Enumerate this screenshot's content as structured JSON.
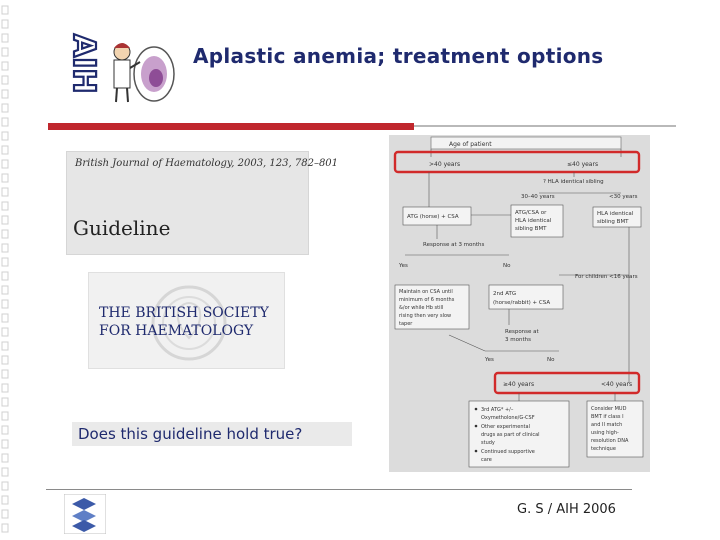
{
  "slide": {
    "title": "Aplastic anemia; treatment options",
    "logo_text": "AIH",
    "question": "Does this guideline hold true?",
    "footer": "G. S / AIH 2006"
  },
  "journal": {
    "citation": "British Journal of Haematology, 2003, 123, 782–801",
    "heading": "Guideline"
  },
  "society_logo": {
    "line1": "THE BRITISH SOCIETY",
    "line2": "FOR HAEMATOLOGY"
  },
  "flowchart": {
    "age_header": "Age of patient",
    "over40": ">40 years",
    "under40": "≤40 years",
    "hla_q": "? HLA identical sibling",
    "age_30_40": "30–40 years",
    "age_under30": "<30 years",
    "atg_horse_l1": "ATG (horse) + CSA",
    "atg_csa_l1": "ATG/CSA or",
    "atg_csa_l2": "HLA identical",
    "atg_csa_l3": "sibling BMT",
    "hla_bmt_l1": "HLA identical",
    "hla_bmt_l2": "sibling BMT",
    "response_3m": "Response at 3 months",
    "yes": "Yes",
    "no": "No",
    "children": "For children <16 years",
    "maintain_l1": "Maintain on CSA until",
    "maintain_l2": "minimum of 6 months",
    "maintain_l3": "&/or while Hb still",
    "maintain_l4": "rising then very slow",
    "maintain_l5": "taper",
    "second_atg_l1": "2nd ATG",
    "second_atg_l2": "(horse/rabbit) + CSA",
    "response2_l1": "Response at",
    "response2_l2": "3 months",
    "yes2": "Yes",
    "no2": "No",
    "over40_b": "≥40 years",
    "under40_b": "<40 years",
    "opt_l1": "3rd ATG* +/–",
    "opt_l2": "Oxymetholone/G-CSF",
    "opt_l3": "Other experimental",
    "opt_l4": "drugs as part of clinical",
    "opt_l5": "study",
    "opt_l6": "Continued supportive",
    "opt_l7": "care",
    "mud_l1": "Consider MUD",
    "mud_l2": "BMT if class I",
    "mud_l3": "and II match",
    "mud_l4": "using high-",
    "mud_l5": "resolution DNA",
    "mud_l6": "technique"
  },
  "colors": {
    "title": "#1f2a6e",
    "accent_red": "#c0272d",
    "highlight_box": "#d12a2a",
    "flow_bg": "#dcdcdc"
  },
  "icons": [
    "aih-logo",
    "doctor-illustration",
    "bsh-seal",
    "footer-logo"
  ]
}
